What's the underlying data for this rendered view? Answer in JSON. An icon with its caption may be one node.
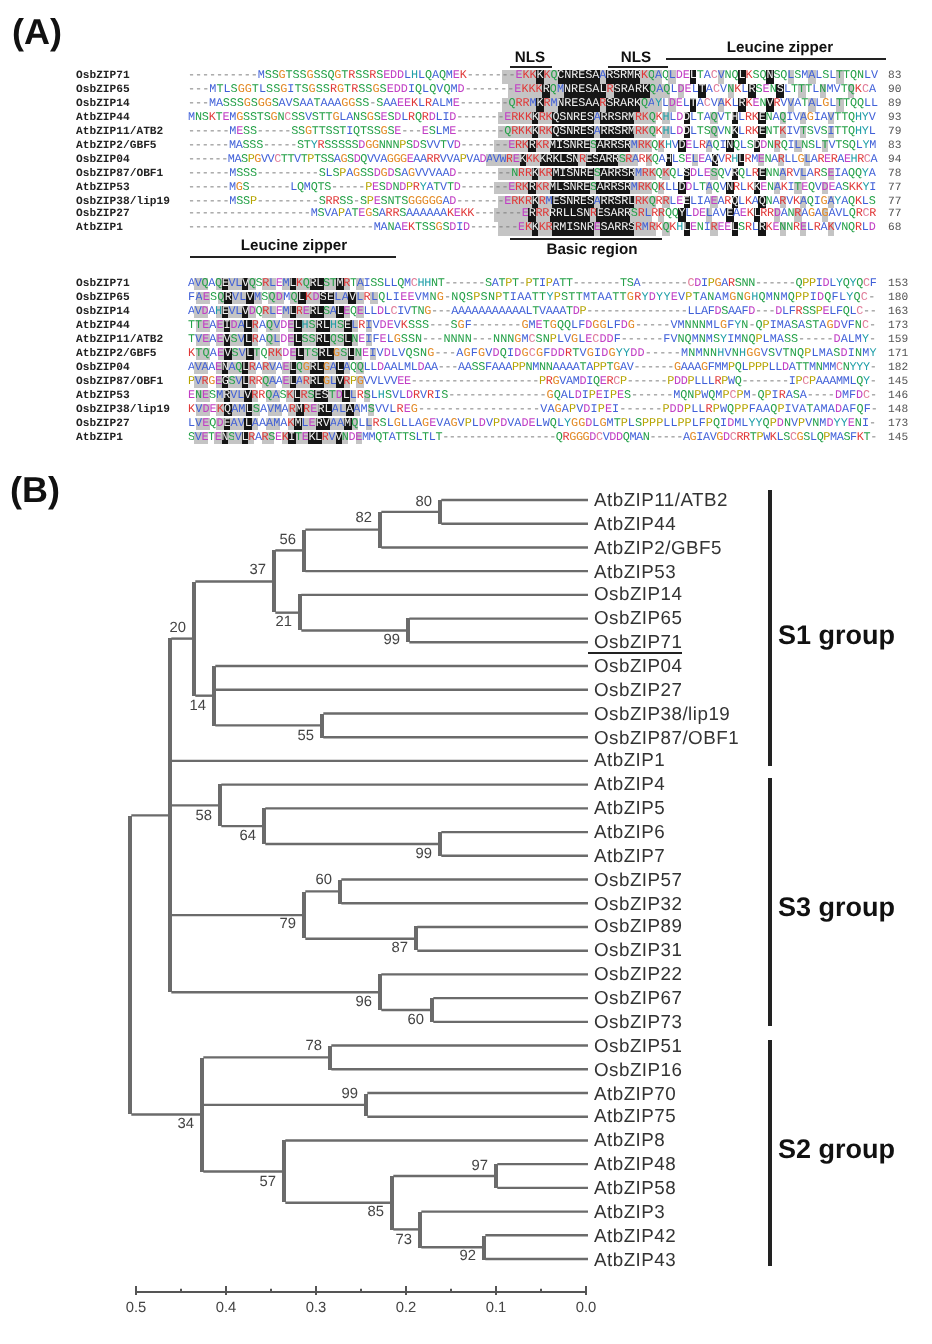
{
  "diagram": {
    "nodes": [
      {
        "text": [
          "AtbZIP11/ATB2"
        ]
      },
      {
        "text": [
          "AtbZIP44"
        ]
      },
      {
        "text": [
          "AtbZIP2/GBF5"
        ]
      },
      {
        "text": [
          "AtbZIP53"
        ]
      },
      {
        "text": [
          "OsbZIP14"
        ]
      },
      {
        "text": [
          "OsbZIP65"
        ]
      },
      {
        "text": [
          "OsbZIP71"
        ]
      },
      {
        "text": [
          "OsbZIP04"
        ]
      },
      {
        "text": [
          "OsbZIP27"
        ]
      },
      {
        "text": [
          "OsbZIP38/lip19"
        ]
      },
      {
        "text": [
          "OsbZIP87/OBF1"
        ]
      },
      {
        "text": [
          "AtbZIP1"
        ]
      },
      {
        "text": [
          "AtbZIP4"
        ]
      },
      {
        "text": [
          "AtbZIP5"
        ]
      },
      {
        "text": [
          "AtbZIP6"
        ]
      },
      {
        "text": [
          "AtbZIP7"
        ]
      },
      {
        "text": [
          "OsbZIP57"
        ]
      },
      {
        "text": [
          "OsbZIP32"
        ]
      },
      {
        "text": [
          "OsbZIP89"
        ]
      },
      {
        "text": [
          "OsbZIP31"
        ]
      },
      {
        "text": [
          "OsbZIP22"
        ]
      },
      {
        "text": [
          "OsbZIP67"
        ]
      },
      {
        "text": [
          "OsbZIP73"
        ]
      },
      {
        "text": [
          "OsbZIP51"
        ]
      },
      {
        "text": [
          "OsbZIP16"
        ]
      },
      {
        "text": [
          "AtbZIP70"
        ]
      },
      {
        "text": [
          "AtbZIP75"
        ]
      },
      {
        "text": [
          "AtbZIP8"
        ]
      },
      {
        "text": [
          "AtbZIP48"
        ]
      },
      {
        "text": [
          "AtbZIP58"
        ]
      },
      {
        "text": [
          "AtbZIP3"
        ]
      },
      {
        "text": [
          "AtbZIP42"
        ]
      },
      {
        "text": [
          "AtbZIP43"
        ]
      },
      {
        "text": [],
        "shape": "line"
      },
      {
        "text": [],
        "shape": "line"
      },
      {
        "text": [],
        "shape": "line",
        "beside": [
          "20"
        ]
      },
      {
        "text": [],
        "shape": "line",
        "beside": [
          "37"
        ]
      },
      {
        "text": [],
        "shape": "line",
        "beside": [
          "56"
        ]
      },
      {
        "text": [],
        "shape": "line",
        "beside": [
          "82"
        ]
      },
      {
        "text": [],
        "shape": "line",
        "beside": [
          "80"
        ]
      },
      {
        "text": [],
        "shape": "line",
        "beside": [
          "21"
        ]
      },
      {
        "text": [],
        "shape": "line",
        "beside": [
          "99"
        ]
      },
      {
        "text": [],
        "shape": "line",
        "beside": [
          "14"
        ]
      },
      {
        "text": [],
        "shape": "line",
        "beside": [
          "55"
        ]
      },
      {
        "text": [],
        "shape": "line",
        "beside": [
          "58"
        ]
      },
      {
        "text": [],
        "shape": "line",
        "beside": [
          "64"
        ]
      },
      {
        "text": [],
        "shape": "line",
        "beside": [
          "99"
        ]
      },
      {
        "text": [],
        "shape": "line",
        "beside": [
          "79"
        ]
      },
      {
        "text": [],
        "shape": "line",
        "beside": [
          "60"
        ]
      },
      {
        "text": [],
        "shape": "line",
        "beside": [
          "87"
        ]
      },
      {
        "text": [],
        "shape": "line",
        "beside": [
          "96"
        ]
      },
      {
        "text": [],
        "shape": "line",
        "beside": [
          "60"
        ]
      },
      {
        "text": [],
        "shape": "line",
        "beside": [
          "34"
        ]
      },
      {
        "text": [],
        "shape": "line",
        "beside": [
          "78"
        ]
      },
      {
        "text": [],
        "shape": "line",
        "beside": [
          "99"
        ]
      },
      {
        "text": [],
        "shape": "line",
        "beside": [
          "57"
        ]
      },
      {
        "text": [],
        "shape": "line",
        "beside": [
          "85"
        ]
      },
      {
        "text": [],
        "shape": "line",
        "beside": [
          "97"
        ]
      },
      {
        "text": [],
        "shape": "line",
        "beside": [
          "73"
        ]
      },
      {
        "text": [],
        "shape": "line",
        "beside": [
          "92"
        ]
      }
    ],
    "edges": [
      {
        "from": 33,
        "to": 34,
        "arrow": "none"
      },
      {
        "from": 33,
        "to": 52,
        "arrow": "none"
      },
      {
        "from": 34,
        "to": 35,
        "arrow": "none"
      },
      {
        "from": 34,
        "to": 11,
        "arrow": "none"
      },
      {
        "from": 34,
        "to": 44,
        "arrow": "none"
      },
      {
        "from": 34,
        "to": 47,
        "arrow": "none"
      },
      {
        "from": 34,
        "to": 50,
        "arrow": "none"
      },
      {
        "from": 35,
        "to": 36,
        "arrow": "none"
      },
      {
        "from": 35,
        "to": 42,
        "arrow": "none"
      },
      {
        "from": 36,
        "to": 37,
        "arrow": "none"
      },
      {
        "from": 36,
        "to": 40,
        "arrow": "none"
      },
      {
        "from": 37,
        "to": 38,
        "arrow": "none"
      },
      {
        "from": 37,
        "to": 3,
        "arrow": "none"
      },
      {
        "from": 38,
        "to": 39,
        "arrow": "none"
      },
      {
        "from": 38,
        "to": 2,
        "arrow": "none"
      },
      {
        "from": 39,
        "to": 0,
        "arrow": "none"
      },
      {
        "from": 39,
        "to": 1,
        "arrow": "none"
      },
      {
        "from": 40,
        "to": 4,
        "arrow": "none"
      },
      {
        "from": 40,
        "to": 41,
        "arrow": "none"
      },
      {
        "from": 41,
        "to": 5,
        "arrow": "none"
      },
      {
        "from": 41,
        "to": 6,
        "arrow": "none"
      },
      {
        "from": 42,
        "to": 7,
        "arrow": "none"
      },
      {
        "from": 42,
        "to": 8,
        "arrow": "none"
      },
      {
        "from": 42,
        "to": 43,
        "arrow": "none"
      },
      {
        "from": 43,
        "to": 9,
        "arrow": "none"
      },
      {
        "from": 43,
        "to": 10,
        "arrow": "none"
      },
      {
        "from": 44,
        "to": 12,
        "arrow": "none"
      },
      {
        "from": 44,
        "to": 45,
        "arrow": "none"
      },
      {
        "from": 45,
        "to": 13,
        "arrow": "none"
      },
      {
        "from": 45,
        "to": 46,
        "arrow": "none"
      },
      {
        "from": 46,
        "to": 14,
        "arrow": "none"
      },
      {
        "from": 46,
        "to": 15,
        "arrow": "none"
      },
      {
        "from": 47,
        "to": 48,
        "arrow": "none"
      },
      {
        "from": 47,
        "to": 49,
        "arrow": "none"
      },
      {
        "from": 48,
        "to": 16,
        "arrow": "none"
      },
      {
        "from": 48,
        "to": 17,
        "arrow": "none"
      },
      {
        "from": 49,
        "to": 18,
        "arrow": "none"
      },
      {
        "from": 49,
        "to": 19,
        "arrow": "none"
      },
      {
        "from": 50,
        "to": 20,
        "arrow": "none"
      },
      {
        "from": 50,
        "to": 51,
        "arrow": "none"
      },
      {
        "from": 51,
        "to": 21,
        "arrow": "none"
      },
      {
        "from": 51,
        "to": 22,
        "arrow": "none"
      },
      {
        "from": 52,
        "to": 53,
        "arrow": "none"
      },
      {
        "from": 52,
        "to": 54,
        "arrow": "none"
      },
      {
        "from": 52,
        "to": 55,
        "arrow": "none"
      },
      {
        "from": 53,
        "to": 23,
        "arrow": "none"
      },
      {
        "from": 53,
        "to": 24,
        "arrow": "none"
      },
      {
        "from": 54,
        "to": 25,
        "arrow": "none"
      },
      {
        "from": 54,
        "to": 26,
        "arrow": "none"
      },
      {
        "from": 55,
        "to": 27,
        "arrow": "none"
      },
      {
        "from": 55,
        "to": 56,
        "arrow": "none"
      },
      {
        "from": 56,
        "to": 57,
        "arrow": "none"
      },
      {
        "from": 56,
        "to": 58,
        "arrow": "none"
      },
      {
        "from": 57,
        "to": 28,
        "arrow": "none"
      },
      {
        "from": 57,
        "to": 29,
        "arrow": "none"
      },
      {
        "from": 58,
        "to": 30,
        "arrow": "none"
      },
      {
        "from": 58,
        "to": 59,
        "arrow": "none"
      },
      {
        "from": 59,
        "to": 31,
        "arrow": "none"
      },
      {
        "from": 59,
        "to": 32,
        "arrow": "none"
      }
    ],
    "labels": [
      "(A)",
      "Leucine zipper",
      "NLS",
      "NLS",
      "OsbZIP71",
      "----------MSSGTSSGSSQGTRSSRSEDDLHLQAQMEK-------EKKKKQCNRESAARSRMRKQAQLDELTACVNQLKSQNSQLSMALSLTTQNLV",
      "83",
      "OsbZIP65",
      "---MTLSGGTLSSGITSGSSRGTRSSGSEDDIQLQVQMD-------EKKKRQMNRESALRSRARKQAQLDELTACVNKLRSENSLTTTLNMVTQKCA",
      "90",
      "OsbZIP14",
      "---MASSSGSGGSAVSAATAAAGGSS-SAAEEKLRALME-------QRRMKRMNRESAARSRARKQAYLDELTACVAKLRKENVRVVATALGLTTQQLL",
      "89",
      "AtbZIP44",
      "MNSKTEMGSSTSGNCSSVSTTGLANSGSESDLRQRDLID-------ERKKKRKQSNRESARRSRMRKQKHLDDLTAQVTHLRKENAQIVAGIAVTTQHYV",
      "93",
      "AtbZIP11/ATB2",
      "------MESS-----SSGTTSSTIQTSSGSE---ESLME-------QRKKKRKQSNRESARRSRMRKQKHLDDLTSQVNKLRKENTKIVTSVSITTQHYL",
      "79",
      "AtbZIP2/GBF5",
      "------MASSS-----STYRSSSSSDGGNNNPSDSVVTVD-------ERKRKRMISNRESARRSRMRKQKHVDELRAQINQLSDDNRQILNSLTVTSQLYM",
      "83",
      "OsbZIP04",
      "------MASPGVVCTTVTPTSSAGSDQVVAGGGEAARRVVAPVADAVWREKKKKRKLSNRESARRSRARKQAHLSELEAQVRHLRMENARLLGLARERAEHRCA",
      "94",
      "OsbZIP87/OBF1",
      "------MSSS---------SLSPAGSSDGDSAGVVVAAD--------NRRKKRMISNRESARRSRMRKQKQLSDLESQVRQLRENNARVLARSEIAQQYA",
      "78",
      "AtbZIP53",
      "------MGS------LQMQTS-----PESDNDPRYATVTD-------ERKRKRMLSNRESARRSRMRKQKLLDDLTAQVNRLKKENAKITEQVDEASKKYI",
      "77",
      "OsbZIP38/lip19",
      "------MSSP---------SRRSS-SPESNTSGGGGGAD-------ERKRKRMESNRESARRSRLRKQRRLEELIAEARQLKAQNARVKAQIGAYAQKLS",
      "77",
      "OsbZIP27",
      "------------------MSVAPATEGSARRSAAAAAAKEKK-------ERRRRRLLSNRESARRSRLRRQQYLDELAVEAEKLRRDANRAGAGAVLQRCR",
      "77",
      "AtbZIP1",
      "---------------------------MANAEKTSSGSDID-------EKKKRRMISNRESARRSRMRKQKHLENIREELSRLRKENNRELRAKVNQRLD",
      "68",
      "Leucine zipper",
      "Basic region",
      "OsbZIP71",
      "AVQAQEVLVQSRLEMLKQRLSTMRTAISSLLQMCHHNT------SATPT-PTIPATT-------TSA-------CDIPGARSNN------QPPIDLYQYQCF",
      "153",
      "OsbZIP65",
      "FAESQRVLVMSQDMQLKDSELAVLRLQLIEEVMNG-NQSPSNPTIAATTYPSTTMTAATTGRYDYYEVPTANAMGNGHQMNMQPPIDQFLYQC-",
      "180",
      "OsbZIP14",
      "AVDAHEVLVDQRLEMLRERLSALEQELLDLCIVTNG---AAAAAAAAAAALTVAAATDP---------------LLAFDSAAFD---DLFRSSPELFQLC--",
      "163",
      "AtbZIP44",
      "TTEAEIDALRAQVDELHSRLHSELRIVDEVKSSS---SGF-------GMETGQQLFDGGLFDG-----VMNNNMLGFYN-QPIMASASTAGDVFNC-",
      "173",
      "AtbZIP11/ATB2",
      "TVEAEVSVLRAQLDELSSRLQSLNEIFELGSSN---NNNN---NNNGMCSNPLVGLECDDF------FVNQMNMSYIMNQPLMASS-----DALMY-",
      "159",
      "AtbZIP2/GBF5",
      "KTQAEVSVLTQRKDELTSRLGSLNEIVDLVQSNG---AGFGVDQIDGCGFDDRTVGIDGYYDD-----MNMNNHVNHGGVSVTNQPLMASDINMY",
      "171",
      "OsbZIP04",
      "AVAAENAQLRARVAELQGRLGALAQQLLDAALMLDAA---AASSFAAAPPNMNNAAAATAPPTGAV------GAAAGFMMPQLPPPLLDATTMNMMCNYYY-",
      "182",
      "OsbZIP87/OBF1",
      "PVRGEGSVLRRQAAELARRLGLVRPGVVLVVEE-------------------PRGVAMDIQERCP------PDDPLLLRPWQ-------IPCPAAAMMLQY-",
      "145",
      "AtbZIP53",
      "ENESMRVLVRRQASKLRSESTDLLRSLHSVLDRVRIS--------------GQALDIPEIPES------MQNPWQMPCPM-QPIRASA----DMFDC-",
      "146",
      "OsbZIP38/lip19",
      "KVDEKQAMLSAVMARMRERLALAAMSVVLREG-----------------VAGAPVDIPEI------PDDPLLRPWQPPFAAQPIVATAMADAFQF-",
      "148",
      "OsbZIP27",
      "LVEQDEAVLAAAMAKMLERVAAMQLLRSLGLLAGEVAGVPLDVPDVADELWQLYGGDLGMTPLSPPPLLPPLFPQIDMLYYQPDNVPVNMDYYENI-",
      "173",
      "AtbZIP1",
      "SVETENSVLRARSEKITEKLRVVNDEMMQTATTSLTLT-----------------QRGGGDCVDDQMAN-----AGIAVGDCRRTPWKLSCGSLQPMASFKT-",
      "145",
      "(B)",
      "S1 group",
      "S3 group",
      "S2 group",
      "0.5",
      "0.4",
      "0.3",
      "0.2",
      "0.1",
      "0.0"
    ]
  }
}
